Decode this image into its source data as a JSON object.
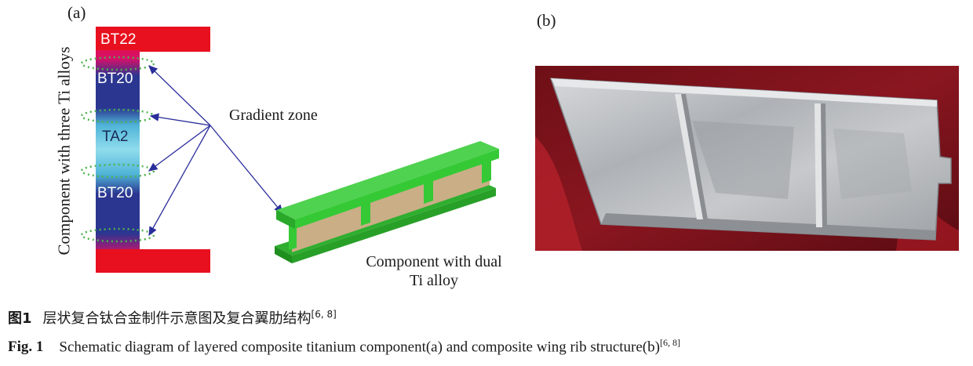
{
  "panel_a": {
    "label": "(a)",
    "vertical_label": "Component with three Ti alloys",
    "alloys": [
      "BT22",
      "BT20",
      "TA2",
      "BT20"
    ],
    "gradient_label": "Gradient zone",
    "dual_label_line1": "Component with dual",
    "dual_label_line2": "Ti alloy"
  },
  "panel_b": {
    "label": "(b)"
  },
  "caption": {
    "zh_fig": "图1",
    "zh_text": "层状复合钛合金制件示意图及复合翼肋结构",
    "zh_ref": "[6, 8]",
    "en_fig": "Fig. 1",
    "en_text": "Schematic diagram of layered composite titanium component(a) and composite wing rib structure(b)",
    "en_ref": "[6, 8]"
  },
  "colors": {
    "red": "#e8101e",
    "navy": "#2b3690",
    "cyan": "#7fd6e6",
    "green": "#35c936",
    "tan": "#c9ae86",
    "arrow": "#2a2e9a",
    "dots": "#4db34d"
  }
}
